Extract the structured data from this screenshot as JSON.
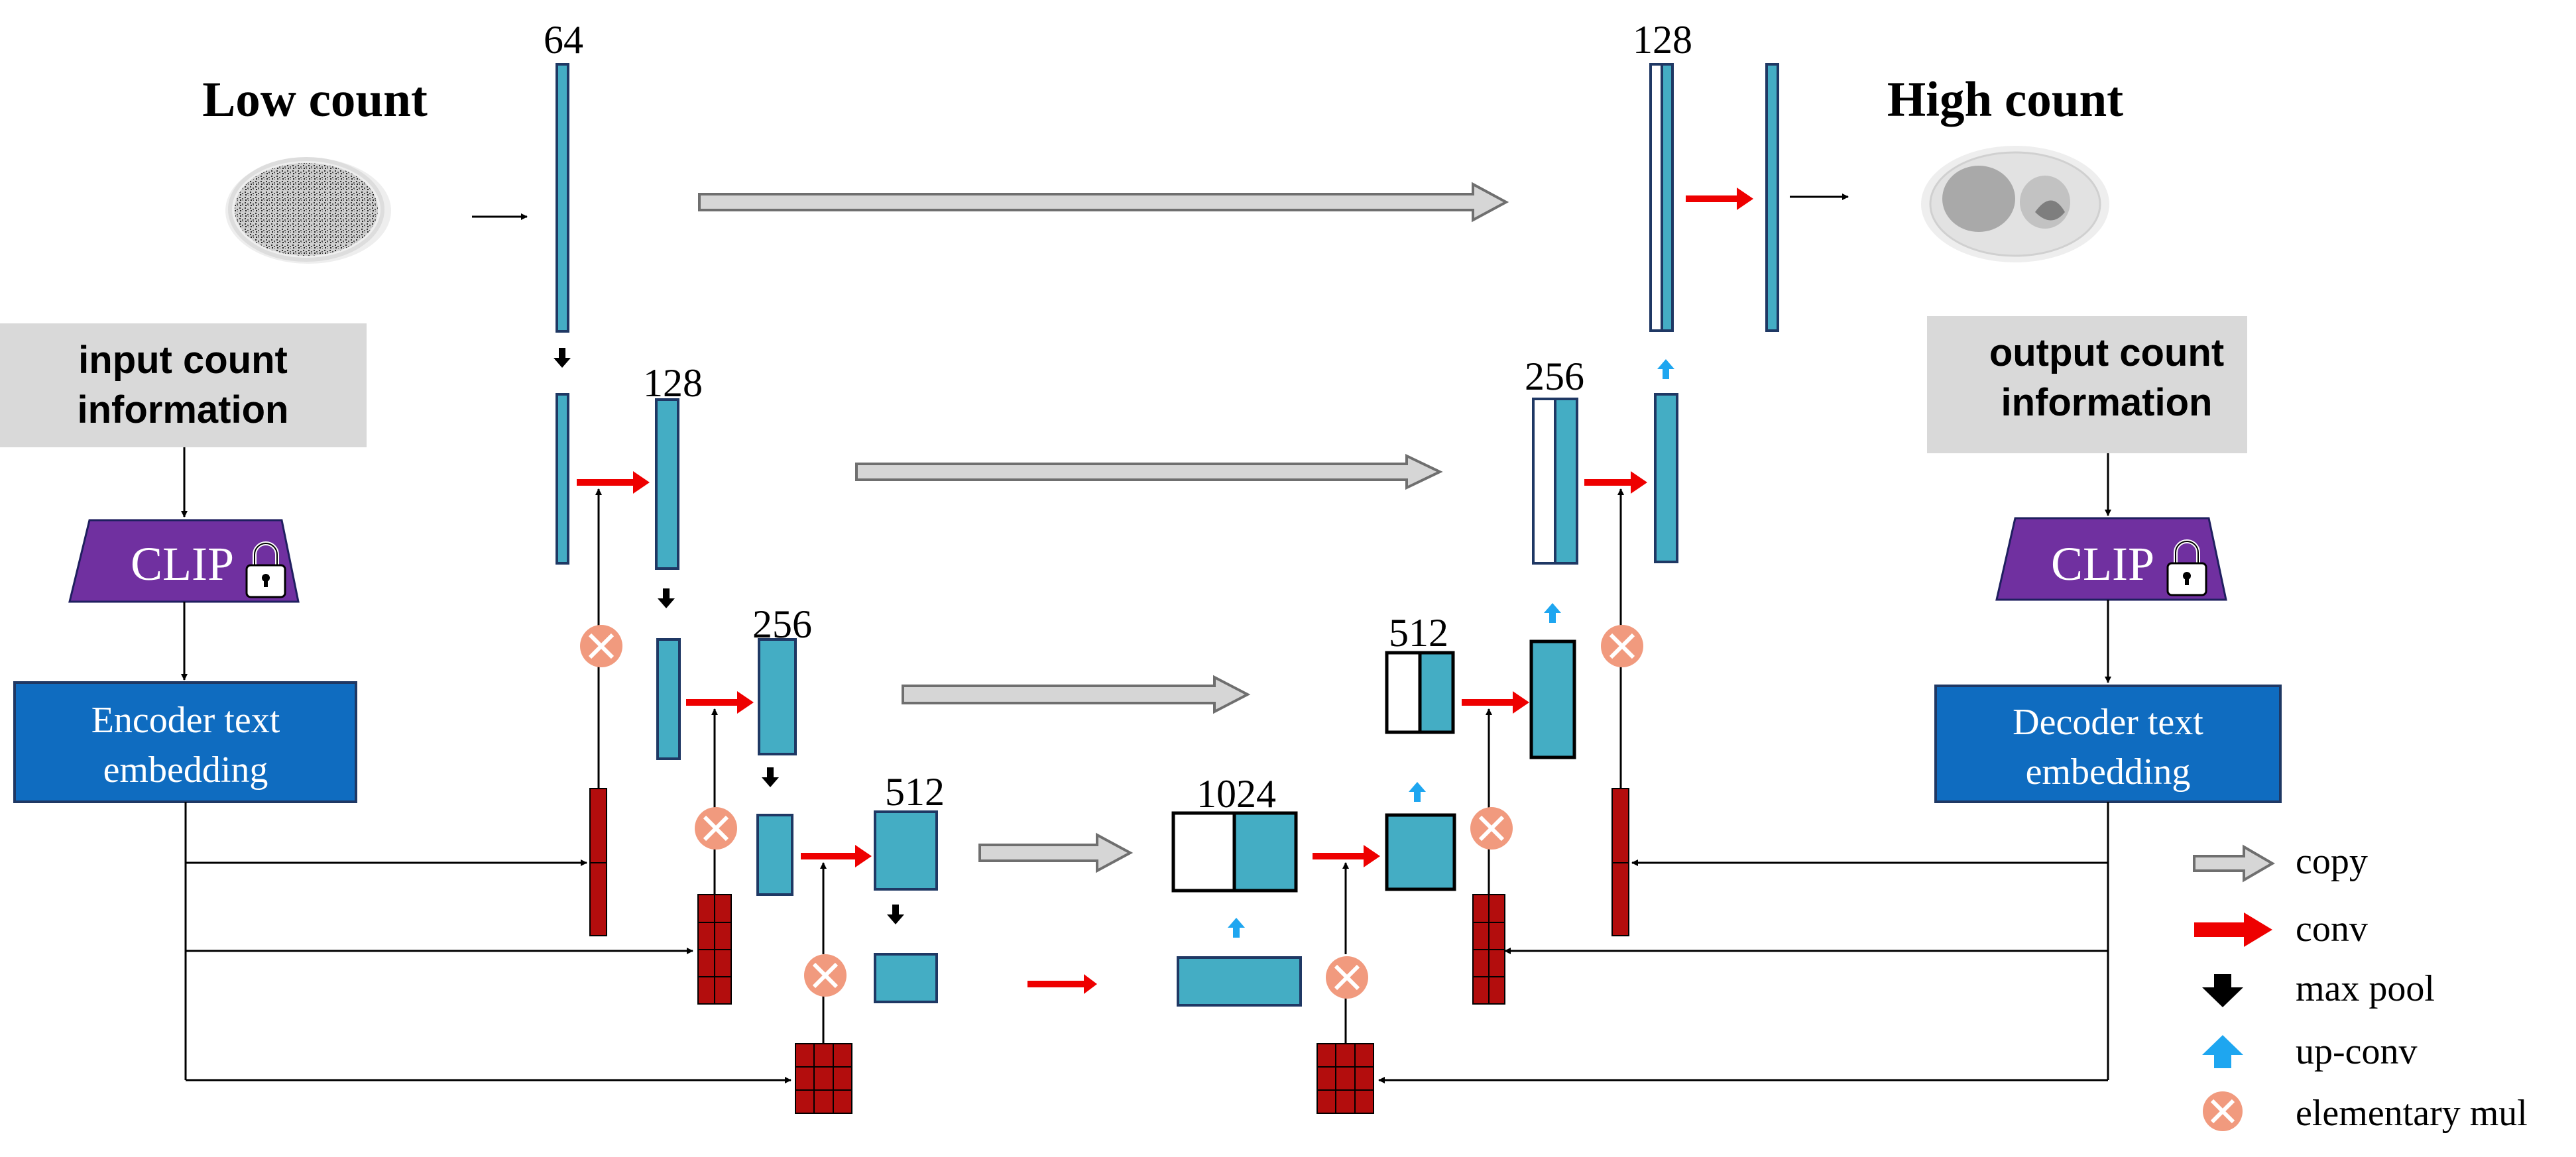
{
  "titles": {
    "low_count": "Low count",
    "high_count": "High count"
  },
  "channels": {
    "enc_64": "64",
    "enc_128": "128",
    "enc_256": "256",
    "enc_512": "512",
    "bottleneck_1024": "1024",
    "dec_512": "512",
    "dec_256": "256",
    "dec_128": "128"
  },
  "left_branch": {
    "info_line1": "input count",
    "info_line2": "information",
    "clip_label": "CLIP",
    "embedding_line1": "Encoder text",
    "embedding_line2": "embedding"
  },
  "right_branch": {
    "info_line1": "output count",
    "info_line2": "information",
    "clip_label": "CLIP",
    "embedding_line1": "Decoder text",
    "embedding_line2": "embedding"
  },
  "legend": {
    "copy": "copy",
    "conv": "conv",
    "max_pool": "max pool",
    "up_conv": "up-conv",
    "elementary_mul": "elementary mul"
  },
  "colors": {
    "feature_teal": "#44adc4",
    "conv_red": "#ee0000",
    "copy_gray": "#d6d6d6",
    "upconv_blue": "#1ea6f0",
    "mul_salmon": "#f19a7e",
    "text_embed_matrix": "#b30d0d",
    "embedding_box": "#0f6cc0",
    "clip_purple": "#7030a0",
    "info_box_gray": "#d9d9d9"
  }
}
